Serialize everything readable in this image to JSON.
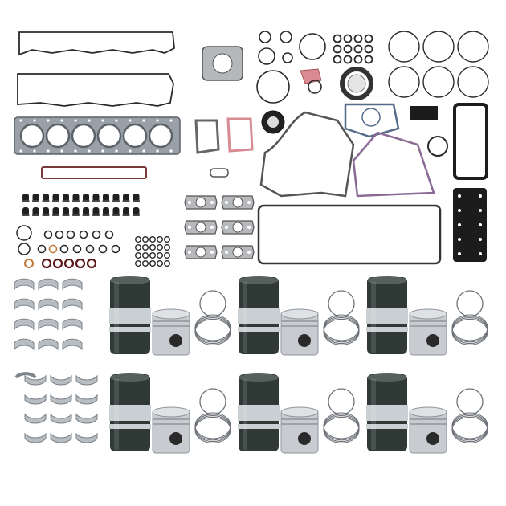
{
  "image": {
    "subject": "engine-overhaul-kit",
    "background_color": "#ffffff"
  },
  "palette": {
    "gasket_line": "#2a2a2a",
    "head_gasket_fill": "#9aa0a8",
    "head_gasket_edge": "#5c6269",
    "pink_seal": "#d98b93",
    "purple_gasket": "#8a6a94",
    "black_part": "#1c1c1c",
    "liner_dark": "#2f3a37",
    "liner_band": "#c9cfd2",
    "piston_body": "#c8ccd0",
    "piston_shadow": "#8f959b",
    "bearing_silver": "#b9bec3",
    "bearing_dark": "#7d838a",
    "copper": "#c0773a",
    "ring_grey": "#6d7278",
    "valve_seal_black": "#202020"
  },
  "counts": {
    "cylinder_liners": 6,
    "pistons": 6,
    "piston_ring_sets": 6,
    "main_bearing_pairs": 7,
    "rod_bearing_pairs": 6,
    "valve_stem_seals": 24
  }
}
